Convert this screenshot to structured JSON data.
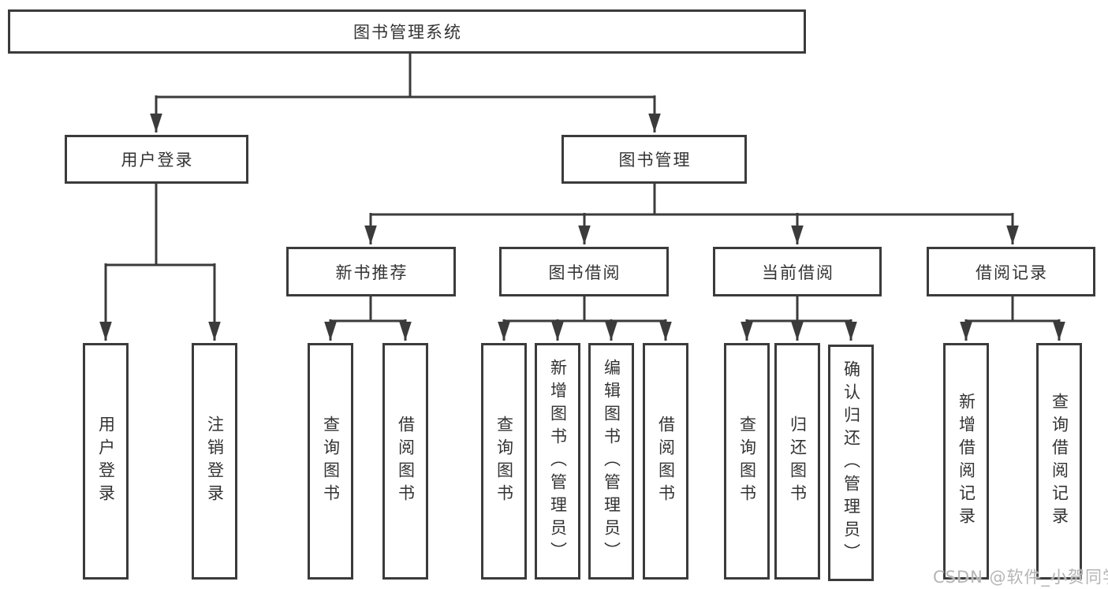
{
  "colors": {
    "line": "#3b3b3b",
    "text": "#333333",
    "watermark": "#b5b5b5"
  },
  "nodes": {
    "root": "图书管理系统",
    "l2_user_login": "用户登录",
    "l2_book_mgmt": "图书管理",
    "l3_new_book": "新书推荐",
    "l3_book_borrow": "图书借阅",
    "l3_current_borrow": "当前借阅",
    "l3_borrow_record": "借阅记录",
    "leaf_user_login": "用户登录",
    "leaf_logout": "注销登录",
    "leaf_rec_query_book": "查询图书",
    "leaf_rec_borrow_book": "借阅图书",
    "leaf_bb_query_book": "查询图书",
    "leaf_bb_add_book": "新增图书（管理员）",
    "leaf_bb_edit_book": "编辑图书（管理员）",
    "leaf_bb_borrow_book": "借阅图书",
    "leaf_cb_query_book": "查询图书",
    "leaf_cb_return_book": "归还图书",
    "leaf_cb_confirm_return": "确认归还（管理员）",
    "leaf_br_add_record": "新增借阅记录",
    "leaf_br_query_record": "查询借阅记录"
  },
  "watermark": "CSDN @软件_小贺同学"
}
